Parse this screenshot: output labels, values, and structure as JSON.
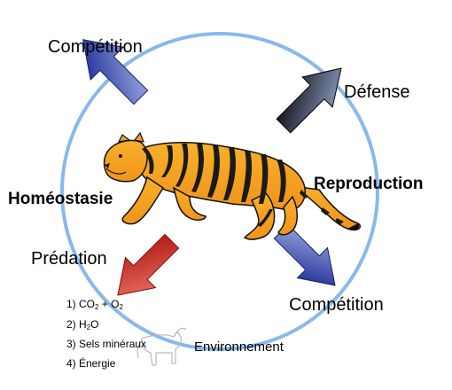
{
  "labels": {
    "competition_top": "Compétition",
    "defense": "Défense",
    "homeostasie": "Homéostasie",
    "reproduction": "Reproduction",
    "predation": "Prédation",
    "competition_bottom": "Compétition",
    "environnement": "Environnement"
  },
  "inputs": {
    "item1_prefix": "1) CO",
    "item1_sub1": "2",
    "item1_mid": " + O",
    "item1_sub2": "2",
    "item2_prefix": "2) H",
    "item2_sub": "2",
    "item2_suffix": "O",
    "item3": "3) Sels minéraux",
    "item4": "4) Énergie"
  },
  "icons": {
    "central": "tiger-icon",
    "prey": "goat-icon",
    "arrows": [
      "arrow-up-left",
      "arrow-up-right",
      "arrow-down-right",
      "arrow-down-left"
    ]
  },
  "colors": {
    "circle": "#8ab8ea",
    "blue_arrow": "#1c3cb0",
    "black_arrow": "#000000",
    "red_arrow": "#c41a10",
    "tiger_orange": "#f5a623",
    "tiger_stripe": "#1a1a1a"
  }
}
